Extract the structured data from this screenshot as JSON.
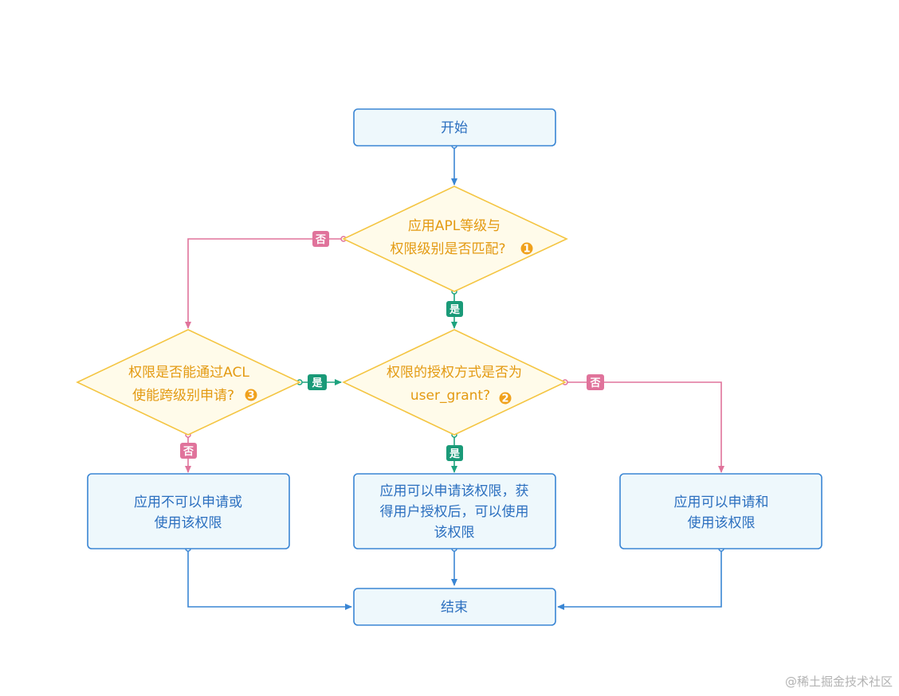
{
  "colors": {
    "box_fill": "#eef8fc",
    "box_stroke": "#3a86d4",
    "box_text": "#2b6fbf",
    "diamond_fill": "#fffbea",
    "diamond_stroke": "#f4c542",
    "diamond_text": "#e39a12",
    "no_line": "#e0739b",
    "no_tag": "#e0739b",
    "yes_line": "#1ea37f",
    "yes_tag": "#1a9a78",
    "flow_line": "#3a86d4",
    "step_badge": "#f0a11c"
  },
  "nodes": {
    "start": {
      "label": "开始"
    },
    "apl_check": {
      "lines": [
        "应用APL等级与",
        "权限级别是否匹配?"
      ],
      "badge": "1"
    },
    "acl_check": {
      "lines": [
        "权限是否能通过ACL",
        "使能跨级别申请?"
      ],
      "badge": "3"
    },
    "grant_check": {
      "lines": [
        "权限的授权方式是否为",
        "user_grant?"
      ],
      "badge": "2"
    },
    "deny": {
      "lines": [
        "应用不可以申请或",
        "使用该权限"
      ]
    },
    "user_grant": {
      "lines": [
        "应用可以申请该权限，获",
        "得用户授权后，可以使用",
        "该权限"
      ]
    },
    "allow": {
      "lines": [
        "应用可以申请和",
        "使用该权限"
      ]
    },
    "end": {
      "label": "结束"
    }
  },
  "edge_labels": {
    "apl_no": "否",
    "apl_yes": "是",
    "acl_yes": "是",
    "acl_no": "否",
    "grant_yes": "是",
    "grant_no": "否"
  },
  "watermark": "@稀土掘金技术社区"
}
